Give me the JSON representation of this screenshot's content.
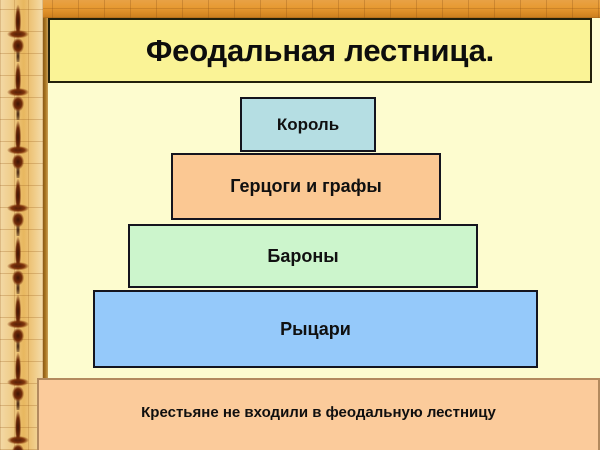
{
  "slide": {
    "title": "Феодальная лестница."
  },
  "pyramid": {
    "tiers": [
      {
        "label": "Король",
        "color": "#b5dee3"
      },
      {
        "label": "Герцоги и графы",
        "color": "#fbc893"
      },
      {
        "label": "Бароны",
        "color": "#ccf5cc"
      },
      {
        "label": "Рыцари",
        "color": "#95c9fa"
      }
    ]
  },
  "footnote": {
    "text": "Крестьяне не входили в феодальную лестницу"
  },
  "theme": {
    "frame_color": "#e79a33",
    "panel_background": "#fdfccf",
    "title_background": "#faf396",
    "footnote_background": "#fbcb9b",
    "border_color": "#14141e"
  }
}
